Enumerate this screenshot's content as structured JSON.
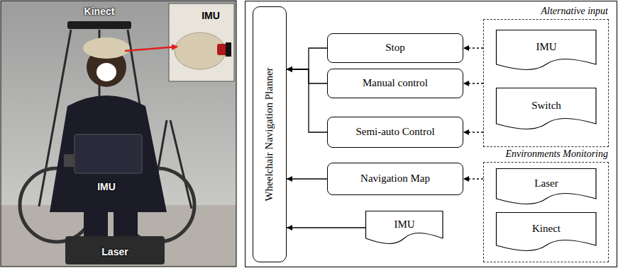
{
  "diagram": {
    "nodes": [
      {
        "text": [
          "Wheelchair Navigation Planner"
        ]
      },
      {
        "text": [
          "Stop"
        ]
      },
      {
        "text": [
          "Manual control"
        ]
      },
      {
        "text": [
          "Semi-auto Control"
        ]
      },
      {
        "text": [
          "Alternative input"
        ]
      },
      {
        "text": [
          "IMU"
        ],
        "in": 4
      },
      {
        "text": [
          "Switch"
        ],
        "in": 4
      },
      {
        "text": [
          "Navigation Map"
        ]
      },
      {
        "text": [
          "Environments Monitoring"
        ]
      },
      {
        "text": [
          "Laser"
        ],
        "in": 8
      },
      {
        "text": [
          "Kinect"
        ],
        "in": 8
      },
      {
        "text": [
          "IMU"
        ]
      }
    ],
    "edges": [
      {
        "from": 1,
        "to": 0,
        "arrow": "to"
      },
      {
        "from": 2,
        "to": 0,
        "arrow": "to"
      },
      {
        "from": 3,
        "to": 0,
        "arrow": "to"
      },
      {
        "from": 4,
        "to": 1,
        "arrow": "to"
      },
      {
        "from": 4,
        "to": 2,
        "arrow": "to"
      },
      {
        "from": 4,
        "to": 3,
        "arrow": "to"
      },
      {
        "from": 7,
        "to": 0,
        "arrow": "to"
      },
      {
        "from": 8,
        "to": 7,
        "arrow": "to"
      },
      {
        "from": 11,
        "to": 0,
        "arrow": "to"
      }
    ],
    "labels": [
      "Kinect",
      "IMU",
      "IMU",
      "Laser"
    ]
  }
}
